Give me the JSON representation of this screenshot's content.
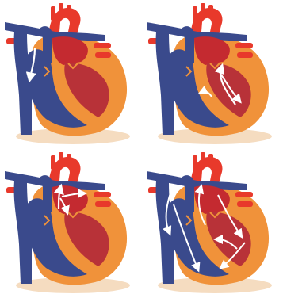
{
  "colors": {
    "myocardium": "#f0923a",
    "outline": "#e8772a",
    "oxygenated": "#e8392b",
    "oxygenated_dark": "#c42a30",
    "deoxygenated": "#3a4a8c",
    "deoxygenated_light": "#5166b0",
    "chamber_red": "#b83238",
    "shadow": "#f5dcc0",
    "arrow": "#ffffff"
  },
  "panels": [
    {
      "id": "panel-1",
      "flow": "vena-cava-to-right-atrium",
      "arrow_icon": "white-arrow"
    },
    {
      "id": "panel-2",
      "flow": "left-ventricle-to-aorta",
      "arrow_icon": "white-arrow"
    },
    {
      "id": "panel-3",
      "flow": "pulmonary-artery-branches",
      "arrow_icon": "white-arrow"
    },
    {
      "id": "panel-4",
      "flow": "full-circulation-path",
      "arrow_icon": "white-arrow"
    }
  ]
}
